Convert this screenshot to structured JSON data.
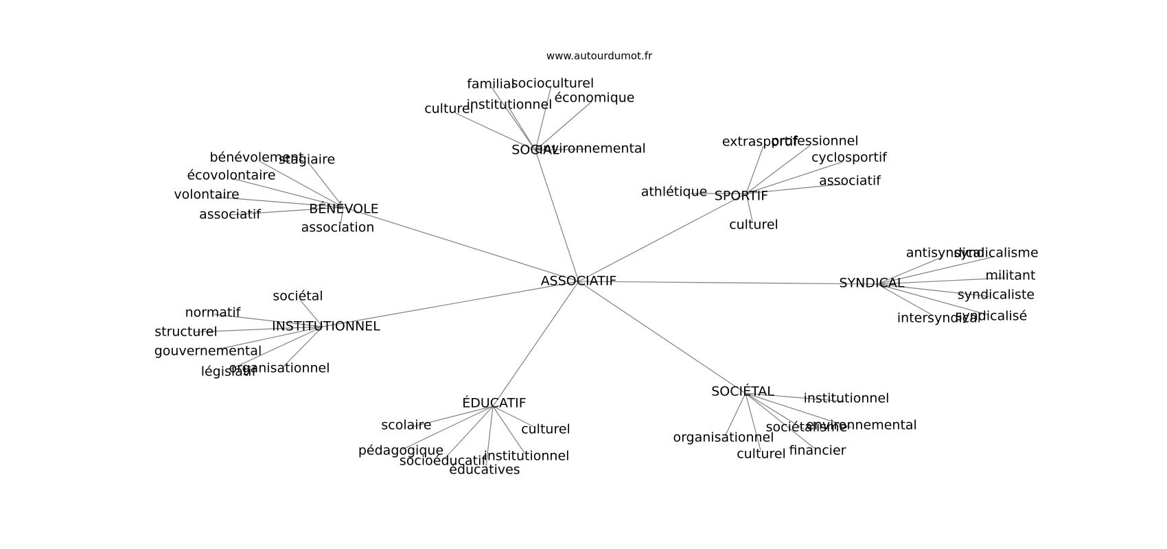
{
  "credit": "www.autourdumot.fr",
  "graph": {
    "root": "ASSOCIATIF",
    "hubs": [
      {
        "label": "SOCIAL",
        "leaves": [
          "familial",
          "socioculturel",
          "institutionnel",
          "économique",
          "culturel",
          "environnemental"
        ]
      },
      {
        "label": "BÉNÉVOLE",
        "leaves": [
          "bénévolement",
          "stagiaire",
          "écovolontaire",
          "volontaire",
          "associatif",
          "association"
        ]
      },
      {
        "label": "SPORTIF",
        "leaves": [
          "extrasportif",
          "professionnel",
          "cyclosportif",
          "associatif",
          "athlétique",
          "culturel"
        ]
      },
      {
        "label": "SYNDICAL",
        "leaves": [
          "antisyndical",
          "syndicalisme",
          "militant",
          "syndicaliste",
          "intersyndical",
          "syndicalisé"
        ]
      },
      {
        "label": "INSTITUTIONNEL",
        "leaves": [
          "sociétal",
          "normatif",
          "structurel",
          "gouvernemental",
          "législatif",
          "organisationnel"
        ]
      },
      {
        "label": "ÉDUCATIF",
        "leaves": [
          "scolaire",
          "culturel",
          "pédagogique",
          "socioéducatif",
          "institutionnel",
          "éducatives"
        ]
      },
      {
        "label": "SOCIÉTAL",
        "leaves": [
          "institutionnel",
          "sociétalisme",
          "environnemental",
          "organisationnel",
          "culturel",
          "financier"
        ]
      }
    ]
  }
}
